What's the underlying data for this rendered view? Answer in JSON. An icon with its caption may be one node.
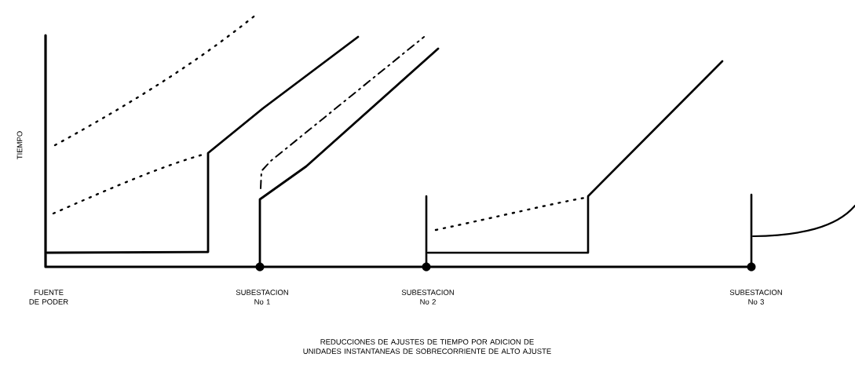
{
  "diagram": {
    "caption": "REDUCCIONES DE AJUSTES DE TIEMPO POR ADICION DE UNIDADES INSTANTANEAS DE SOBRECORRIENTE DE ALTO AJUSTE",
    "labels": [
      "TIEMPO",
      "FUENTE DE PODER",
      "SUBESTACION No 1",
      "SUBESTACION No 2",
      "SUBESTACION No 3"
    ]
  }
}
